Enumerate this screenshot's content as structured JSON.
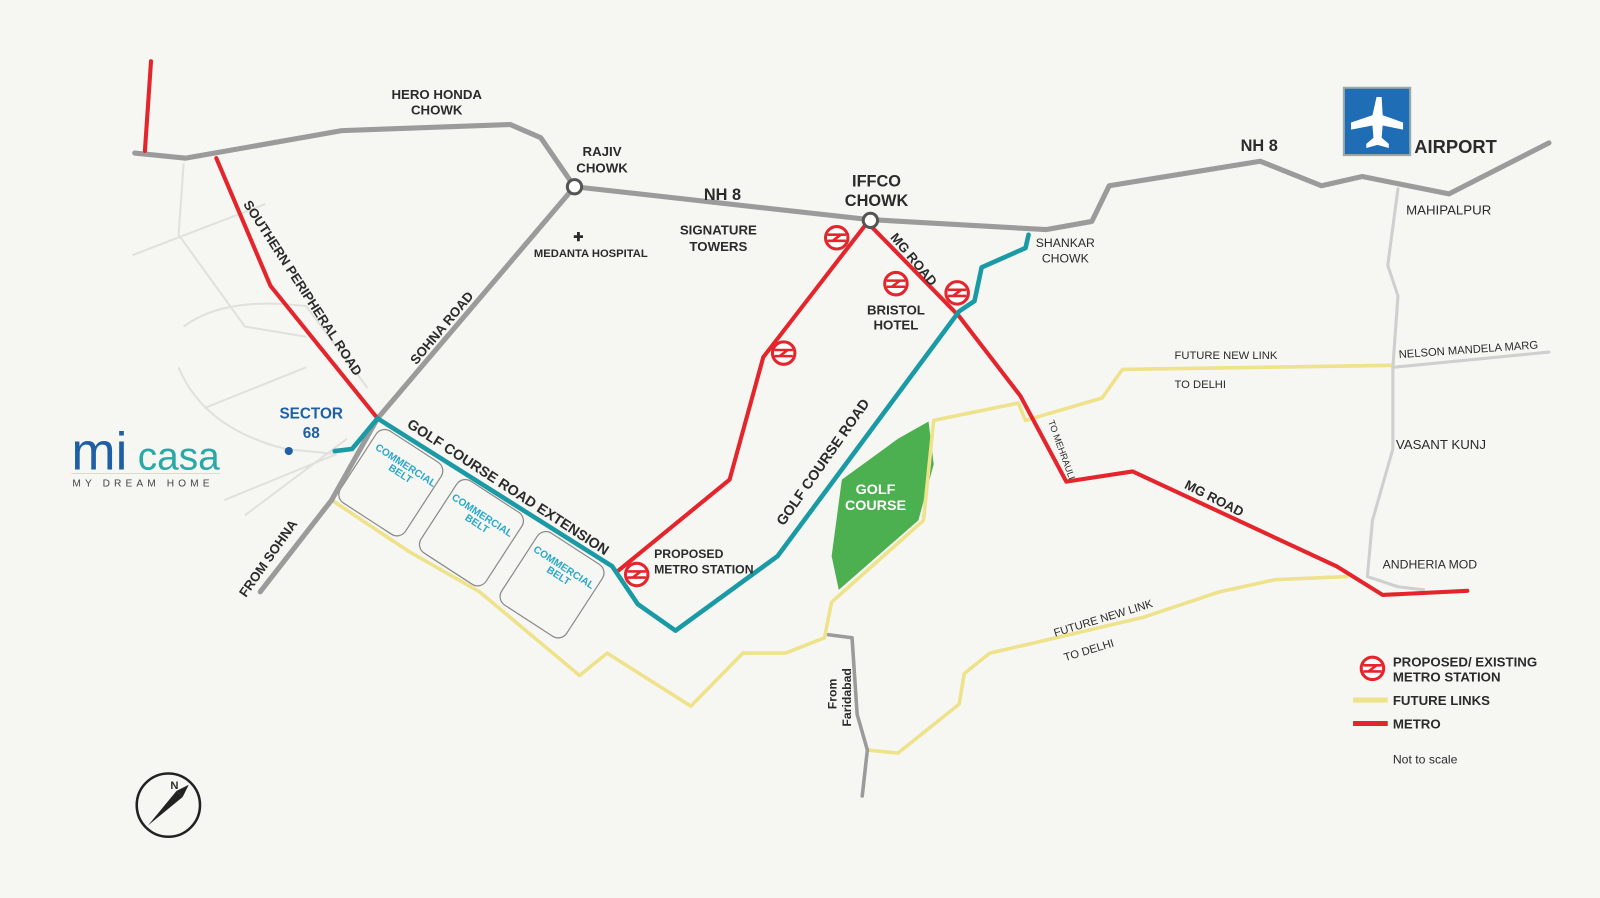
{
  "brand": {
    "logo_mark": "mi",
    "logo_word": "casa",
    "tagline": "MY DREAM HOME"
  },
  "colors": {
    "metro": "#e4252c",
    "future_links": "#eee28a",
    "golf_course_road": "#1a9aa5",
    "highway": "#9b9b9b",
    "golf_course": "#4cb050",
    "brand": "#1f5fa3"
  },
  "labels": {
    "hero_honda_1": "HERO HONDA",
    "hero_honda_2": "CHOWK",
    "rajiv_1": "RAJIV",
    "rajiv_2": "CHOWK",
    "nh8_a": "NH 8",
    "nh8_b": "NH 8",
    "iffco_1": "IFFCO",
    "iffco_2": "CHOWK",
    "medanta": "MEDANTA HOSPITAL",
    "signature_1": "SIGNATURE",
    "signature_2": "TOWERS",
    "shankar_1": "SHANKAR",
    "shankar_2": "CHOWK",
    "mg_road_a": "MG ROAD",
    "mg_road_b": "MG ROAD",
    "bristol_1": "BRISTOL",
    "bristol_2": "HOTEL",
    "airport": "AIRPORT",
    "mahipalpur": "MAHIPALPUR",
    "nelson": "NELSON MANDELA MARG",
    "future_link_a": "FUTURE NEW LINK",
    "to_delhi_a": "TO DELHI",
    "future_link_b": "FUTURE NEW LINK",
    "to_delhi_b": "TO DELHI",
    "vasant_kunj": "VASANT KUNJ",
    "andheria": "ANDHERIA MOD",
    "to_mehrauli": "TO MEHRAULI",
    "southern_peripheral": "SOUTHERN PERIPHERAL ROAD",
    "sohna_road": "SOHNA ROAD",
    "from_sohna": "FROM SOHNA",
    "sector_1": "SECTOR",
    "sector_2": "68",
    "gcr_extension": "GOLF COURSE ROAD EXTENSION",
    "gcr": "GOLF COURSE ROAD",
    "golf_1": "GOLF",
    "golf_2": "COURSE",
    "commercial_1": "COMMERCIAL",
    "commercial_2": "BELT",
    "proposed_1": "PROPOSED",
    "proposed_2": "METRO STATION",
    "from_1": "From",
    "from_2": "Faridabad",
    "compass_n": "N"
  },
  "legend": {
    "station_1": "PROPOSED/ EXISTING",
    "station_2": "METRO STATION",
    "future": "FUTURE LINKS",
    "metro": "METRO",
    "note": "Not to scale"
  }
}
